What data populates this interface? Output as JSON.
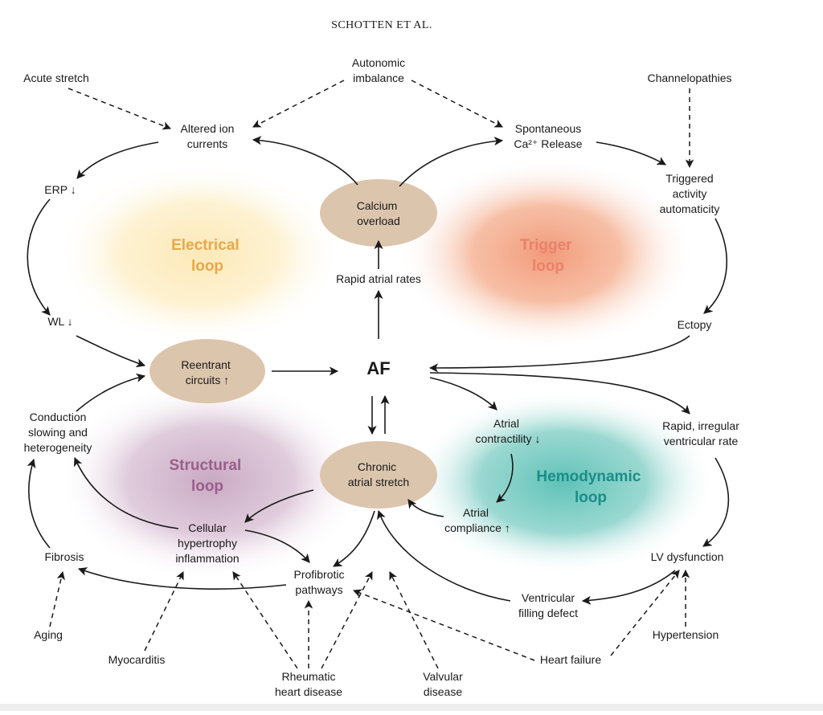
{
  "header": {
    "text": "SCHOTTEN ET AL."
  },
  "colors": {
    "electrical": "#e8a84a",
    "trigger": "#e9816a",
    "structural": "#9a5e8c",
    "hemodynamic": "#1a8e88",
    "node_fill": "#dcc5ad",
    "arrow": "#1a1a1a"
  },
  "loops": {
    "electrical": [
      "Electrical",
      "loop"
    ],
    "trigger": [
      "Trigger",
      "loop"
    ],
    "structural": [
      "Structural",
      "loop"
    ],
    "hemodynamic": [
      "Hemodynamic",
      "loop"
    ]
  },
  "center": {
    "af": "AF"
  },
  "nodes": {
    "calcium_overload": [
      "Calcium",
      "overload"
    ],
    "reentrant_circuits": [
      "Reentrant",
      "circuits ↑"
    ],
    "chronic_atrial_stretch": [
      "Chronic",
      "atrial stretch"
    ]
  },
  "labels": {
    "acute_stretch": [
      "Acute stretch"
    ],
    "autonomic_imbalance": [
      "Autonomic",
      "imbalance"
    ],
    "channelopathies": [
      "Channelopathies"
    ],
    "altered_ion_currents": [
      "Altered ion",
      "currents"
    ],
    "spontaneous_ca_release": [
      "Spontaneous",
      "Ca²⁺ Release"
    ],
    "erp": [
      "ERP ↓"
    ],
    "triggered_activity": [
      "Triggered",
      "activity",
      "automaticity"
    ],
    "rapid_atrial_rates": [
      "Rapid atrial rates"
    ],
    "wl": [
      "WL ↓"
    ],
    "ectopy": [
      "Ectopy"
    ],
    "conduction_slowing": [
      "Conduction",
      "slowing and",
      "heterogeneity"
    ],
    "atrial_contractility": [
      "Atrial",
      "contractility ↓"
    ],
    "rapid_irregular": [
      "Rapid, irregular",
      "ventricular rate"
    ],
    "atrial_compliance": [
      "Atrial",
      "compliance ↑"
    ],
    "cellular_hypertrophy": [
      "Cellular",
      "hypertrophy",
      "inflammation"
    ],
    "fibrosis": [
      "Fibrosis"
    ],
    "lv_dysfunction": [
      "LV dysfunction"
    ],
    "profibrotic_pathways": [
      "Profibrotic",
      "pathways"
    ],
    "ventricular_filling_defect": [
      "Ventricular",
      "filling defect"
    ],
    "aging": [
      "Aging"
    ],
    "hypertension": [
      "Hypertension"
    ],
    "myocarditis": [
      "Myocarditis"
    ],
    "heart_failure": [
      "Heart failure"
    ],
    "rheumatic_heart_disease": [
      "Rheumatic",
      "heart disease"
    ],
    "valvular_disease": [
      "Valvular",
      "disease"
    ]
  }
}
